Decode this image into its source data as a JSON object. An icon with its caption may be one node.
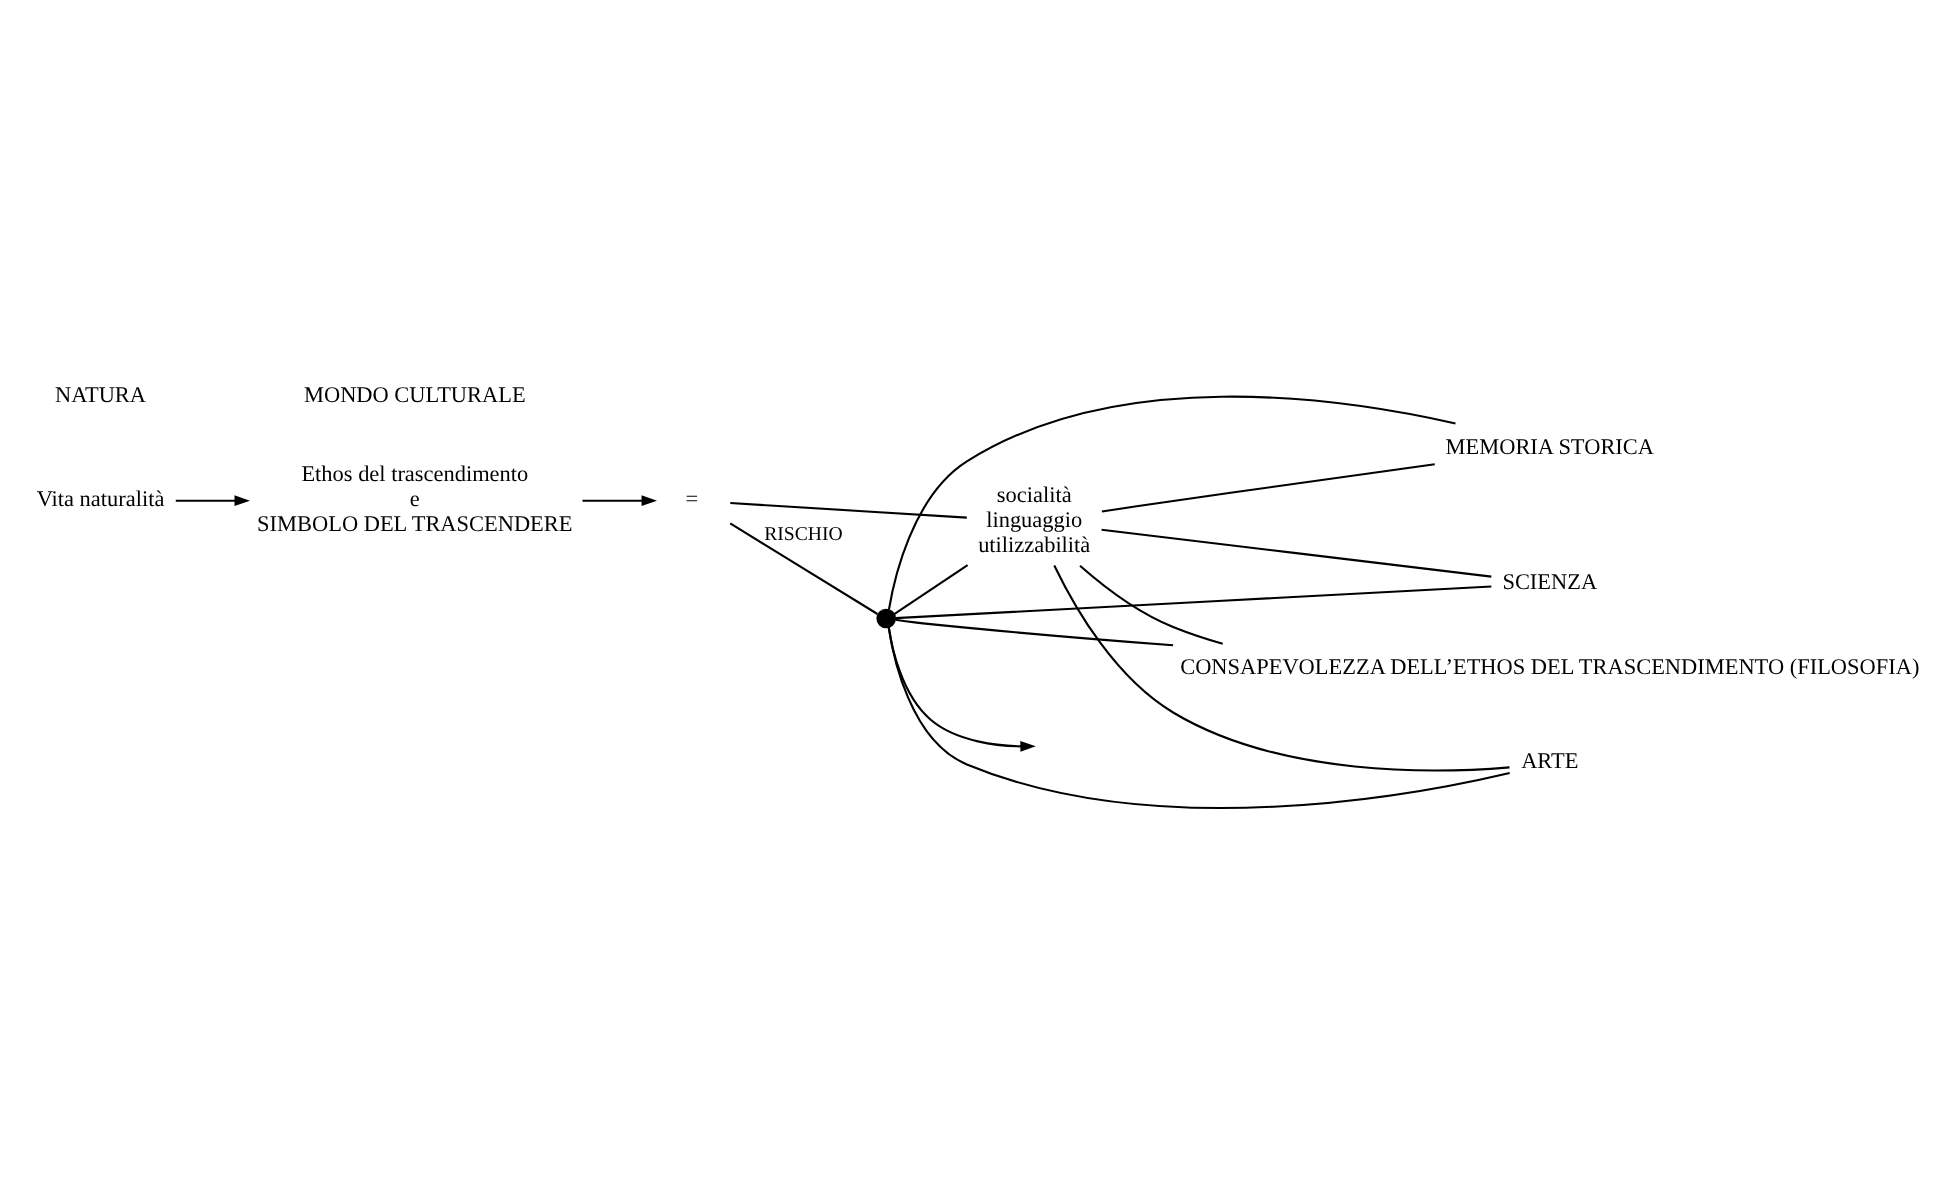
{
  "diagram": {
    "nodes": [
      {
        "text": [
          "Vita naturalità"
        ]
      },
      {
        "text": [
          "Ethos del trascendimento",
          "e",
          "SIMBOLO DEL TRASCENDERE"
        ]
      },
      {
        "text": [
          "="
        ]
      },
      {
        "text": [
          "socialità",
          "linguaggio",
          "utilizzabilità"
        ]
      },
      {
        "text": [],
        "shape": "circle"
      },
      {
        "text": [
          "ARTE"
        ]
      },
      {
        "text": [
          "SCIENZA"
        ]
      },
      {
        "text": [
          "MEMORIA STORICA"
        ]
      },
      {
        "text": [
          "CONSAPEVOLEZZA DELL’ETHOS DEL TRASCENDIMENTO (FILOSOFIA)"
        ]
      }
    ],
    "edges": [
      {
        "from": 0,
        "to": 1,
        "arrow": "to"
      },
      {
        "from": 1,
        "to": 2,
        "arrow": "to"
      },
      {
        "from": 2,
        "to": 3,
        "arrow": "none"
      },
      {
        "from": 2,
        "to": 4,
        "arrow": "none",
        "label": "RISCHIO"
      },
      {
        "from": 4,
        "to": 3,
        "arrow": "none"
      },
      {
        "from": 3,
        "to": 5,
        "arrow": "none"
      },
      {
        "from": 3,
        "to": 6,
        "arrow": "none"
      },
      {
        "from": 3,
        "to": 7,
        "arrow": "none"
      },
      {
        "from": 3,
        "to": 8,
        "arrow": "none"
      },
      {
        "from": 4,
        "to": 5,
        "arrow": "none"
      },
      {
        "from": 4,
        "to": 6,
        "arrow": "none"
      },
      {
        "from": 4,
        "to": 7,
        "arrow": "none"
      },
      {
        "from": 4,
        "to": 8,
        "arrow": "none"
      },
      {
        "from": 4,
        "to": null,
        "arrow": "to"
      }
    ],
    "labels": [
      "NATURA",
      "MONDO CULTURALE"
    ]
  }
}
